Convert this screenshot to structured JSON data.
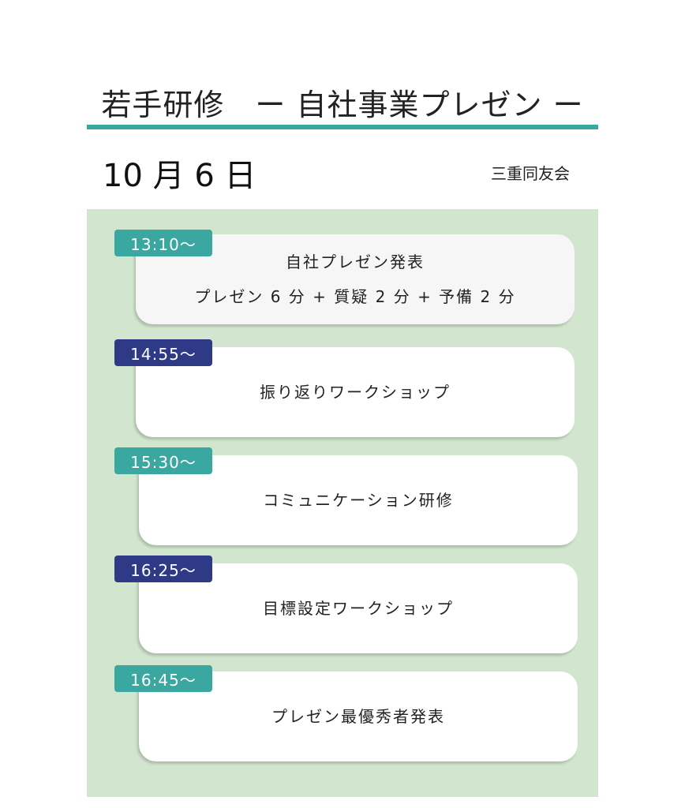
{
  "header": {
    "title": "若手研修　ー 自社事業プレゼン ー",
    "date": "10 月 6 日",
    "organizer": "三重同友会"
  },
  "colors": {
    "accent_teal": "#3aa8a0",
    "accent_navy": "#2f3a86",
    "panel_green": "#d2e6cf"
  },
  "schedule": [
    {
      "time": "13:10〜",
      "lines": [
        "自社プレゼン発表",
        "プレゼン 6 分 + 質疑 2 分 + 予備 2 分"
      ]
    },
    {
      "time": "14:55〜",
      "lines": [
        "振り返りワークショップ"
      ]
    },
    {
      "time": "15:30〜",
      "lines": [
        "コミュニケーション研修"
      ]
    },
    {
      "time": "16:25〜",
      "lines": [
        "目標設定ワークショップ"
      ]
    },
    {
      "time": "16:45〜",
      "lines": [
        "プレゼン最優秀者発表"
      ]
    }
  ]
}
